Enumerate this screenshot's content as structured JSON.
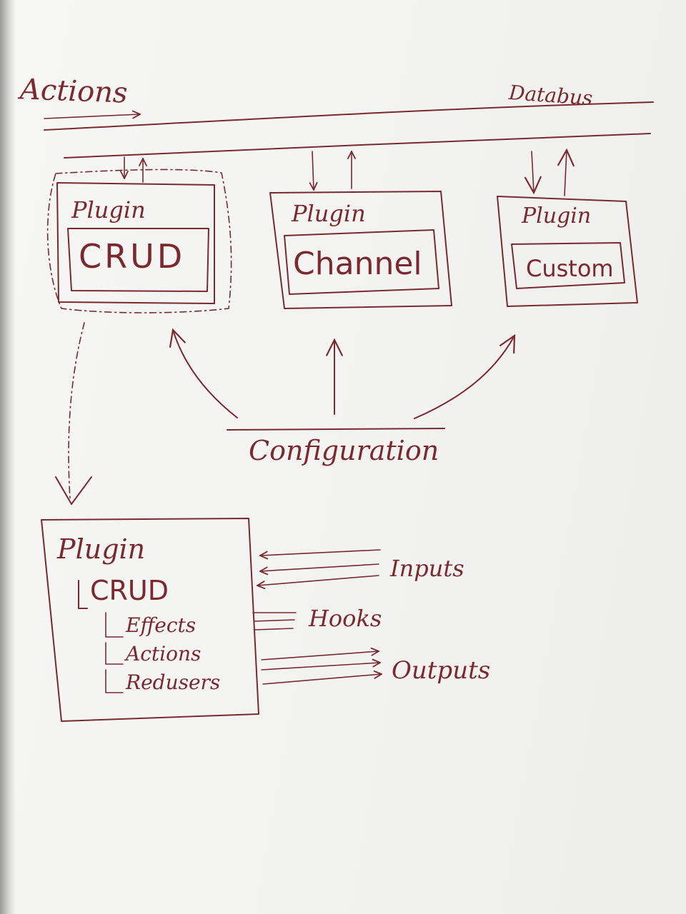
{
  "labels": {
    "actions": "Actions",
    "databus": "Databus",
    "configuration": "Configuration",
    "inputs": "Inputs",
    "hooks": "Hooks",
    "outputs": "Outputs"
  },
  "plugins": [
    {
      "title": "Plugin",
      "name": "CRUD"
    },
    {
      "title": "Plugin",
      "name": "Channel"
    },
    {
      "title": "Plugin",
      "name": "Custom"
    }
  ],
  "detail": {
    "title": "Plugin",
    "name": "CRUD",
    "children": [
      "Effects",
      "Actions",
      "Redusers"
    ]
  },
  "colors": {
    "ink": "#7a2a2e",
    "paper": "#f3f3f1"
  }
}
